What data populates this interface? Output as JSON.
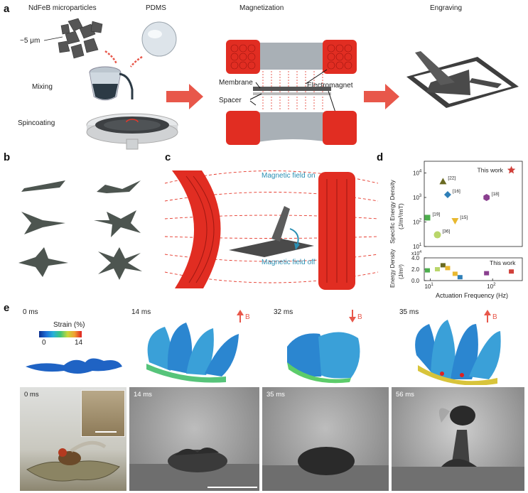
{
  "panels": {
    "a": "a",
    "b": "b",
    "c": "c",
    "d": "d",
    "e": "e"
  },
  "panel_a": {
    "ndfeb": "NdFeB microparticles",
    "size": "~5 μm",
    "pdms": "PDMS",
    "mixing": "Mixing",
    "spincoating": "Spincoating",
    "magnetization": "Magnetization",
    "membrane": "Membrane",
    "spacer": "Spacer",
    "electromagnet": "Electromagnet",
    "engraving": "Engraving"
  },
  "panel_c": {
    "field_on": "Magnetic field on",
    "field_off": "Magnetic field off"
  },
  "panel_e": {
    "strain_label": "Strain (%)",
    "strain_min": "0",
    "strain_max": "14",
    "sim_times": [
      "0 ms",
      "14 ms",
      "32 ms",
      "35 ms"
    ],
    "field_label": "B",
    "photo_times": [
      "0 ms",
      "14 ms",
      "35 ms",
      "56 ms"
    ]
  },
  "chart_data": {
    "type": "scatter",
    "xlabel": "Actuation Frequency (Hz)",
    "xscale": "log",
    "xlim": [
      8,
      300
    ],
    "x_ticks": [
      "10^1",
      "10^2"
    ],
    "top": {
      "ylabel": "Specific Energy Density (J/m³/mT)",
      "yscale": "log",
      "ylim": [
        10,
        30000
      ],
      "y_ticks": [
        "10^1",
        "10^2",
        "10^3",
        "10^4"
      ],
      "points": [
        {
          "label": "This work",
          "x": 200,
          "y": 13000,
          "marker": "star",
          "color": "#d0403a"
        },
        {
          "label": "[22]",
          "x": 16,
          "y": 4500,
          "marker": "triangle",
          "color": "#6a6a22"
        },
        {
          "label": "[16]",
          "x": 19,
          "y": 1300,
          "marker": "diamond",
          "color": "#2e7fb8"
        },
        {
          "label": "[18]",
          "x": 80,
          "y": 1000,
          "marker": "hexagon",
          "color": "#8a3f8f"
        },
        {
          "label": "[15]",
          "x": 25,
          "y": 110,
          "marker": "triangle-down",
          "color": "#e8b830"
        },
        {
          "label": "[19]",
          "x": 9,
          "y": 150,
          "marker": "square",
          "color": "#4cae4c"
        },
        {
          "label": "[36]",
          "x": 13,
          "y": 30,
          "marker": "circle",
          "color": "#b9d66a"
        }
      ]
    },
    "bottom": {
      "ylabel": "Energy Density (J/m³)",
      "y_multiplier": "x10^4",
      "ylim": [
        0,
        4
      ],
      "y_ticks": [
        "0.0",
        "2.0",
        "4.0"
      ],
      "annotation": "This work",
      "points": [
        {
          "x": 9,
          "y": 1.8,
          "color": "#4cae4c"
        },
        {
          "x": 13,
          "y": 2.0,
          "color": "#b9d66a"
        },
        {
          "x": 16,
          "y": 2.7,
          "color": "#6a6a22"
        },
        {
          "x": 19,
          "y": 2.2,
          "color": "#e8b830"
        },
        {
          "x": 25,
          "y": 1.2,
          "color": "#e8b830"
        },
        {
          "x": 30,
          "y": 0.6,
          "color": "#2e7fb8"
        },
        {
          "x": 80,
          "y": 1.3,
          "color": "#8a3f8f"
        },
        {
          "x": 200,
          "y": 1.6,
          "color": "#d0403a"
        }
      ]
    }
  },
  "colors": {
    "red": "#e5372a",
    "arrow": "#e8574a",
    "gray_membrane": "#5a5a5a",
    "field_arrow": "#2a8fb3"
  }
}
